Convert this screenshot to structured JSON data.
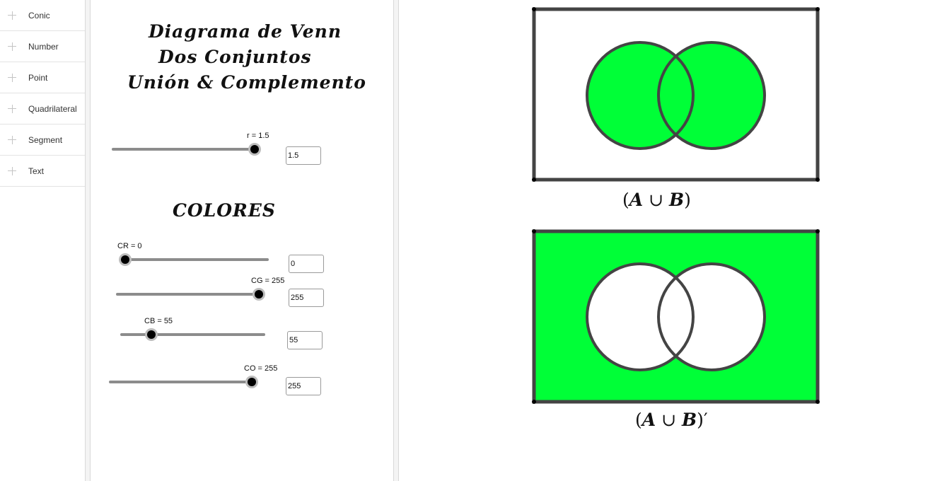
{
  "sidebar": {
    "items": [
      {
        "label": "Conic"
      },
      {
        "label": "Number"
      },
      {
        "label": "Point"
      },
      {
        "label": "Quadrilateral"
      },
      {
        "label": "Segment"
      },
      {
        "label": "Text"
      }
    ]
  },
  "title": {
    "line1": "Diagrama de Venn",
    "line2": "Dos Conjuntos",
    "line3": "Unión & Complemento"
  },
  "colores_heading": "COLORES",
  "sliders": {
    "r": {
      "label": "r = 1.5",
      "value": "1.5",
      "fraction": 1.0
    },
    "cr": {
      "label": "CR = 0",
      "value": "0",
      "fraction": 0.0
    },
    "cg": {
      "label": "CG = 255",
      "value": "255",
      "fraction": 1.0
    },
    "cb": {
      "label": "CB = 55",
      "value": "55",
      "fraction": 0.216
    },
    "co": {
      "label": "CO = 255",
      "value": "255",
      "fraction": 1.0
    }
  },
  "venn": {
    "fill_color": "#00ff37",
    "stroke_color": "#444444",
    "union_caption": {
      "open": "(",
      "a": "A",
      "op": "∪",
      "b": "B",
      "close": ")"
    },
    "complement_caption": {
      "open": "(",
      "a": "A",
      "op": "∪",
      "b": "B",
      "close": ")",
      "prime": "′"
    }
  }
}
